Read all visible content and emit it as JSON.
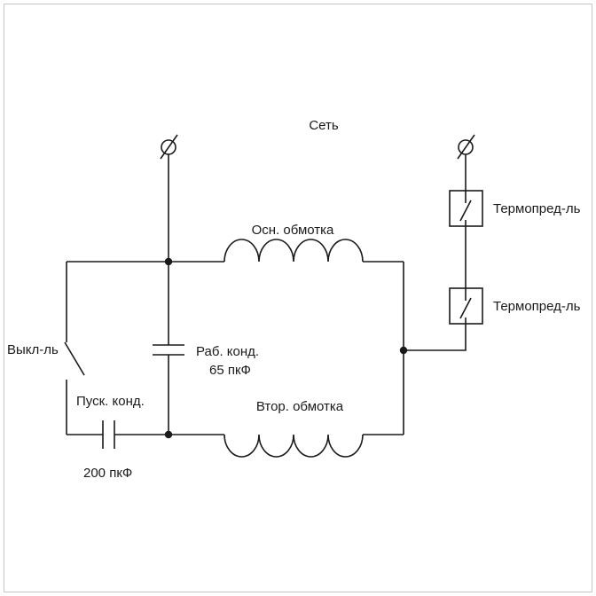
{
  "diagram": {
    "title": "Сеть",
    "switch_label": "Выкл-ль",
    "start_capacitor": {
      "label": "Пуск. конд.",
      "value": "200 пкФ"
    },
    "run_capacitor": {
      "label": "Раб. конд.",
      "value": "65 пкФ"
    },
    "main_winding_label": "Осн. обмотка",
    "secondary_winding_label": "Втор. обмотка",
    "thermal_fuse_top_label": "Термопред-ль",
    "thermal_fuse_bottom_label": "Термопред-ль"
  },
  "colors": {
    "line": "#1a1a1a",
    "background": "#ffffff",
    "frame": "#c6c6c6"
  }
}
